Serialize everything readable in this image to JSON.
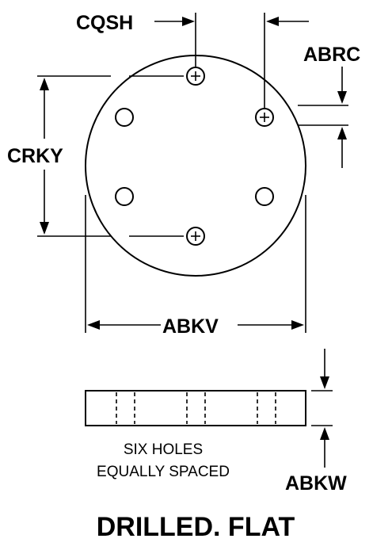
{
  "dimensions": {
    "cqsh": "CQSH",
    "abrc": "ABRC",
    "crky": "CRKY",
    "abkv": "ABKV",
    "abkw": "ABKW"
  },
  "note": {
    "line1": "SIX HOLES",
    "line2": "EQUALLY SPACED"
  },
  "title": "DRILLED. FLAT"
}
